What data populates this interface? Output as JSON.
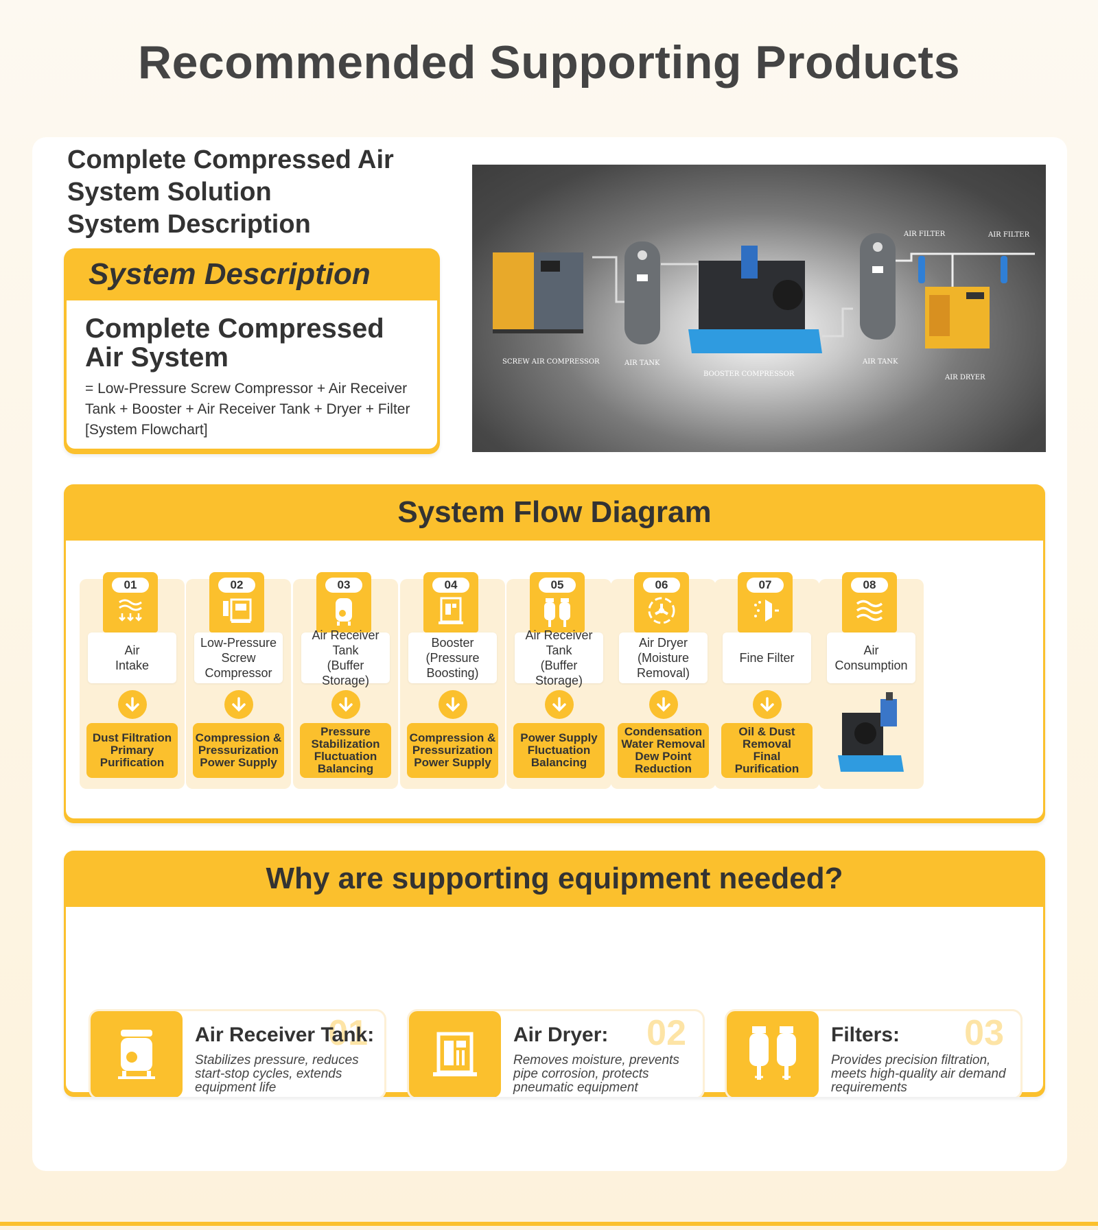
{
  "page": {
    "title": "Recommended Supporting Products"
  },
  "intro": {
    "title_lines": [
      "Complete Compressed Air",
      "System Solution",
      "System Description"
    ],
    "box_header": "System Description",
    "box_subtitle_lines": [
      "Complete Compressed",
      "Air System"
    ],
    "box_text_lines": [
      "= Low-Pressure Screw Compressor + Air Receiver",
      "Tank + Booster + Air Receiver Tank + Dryer + Filter",
      "[System Flowchart]"
    ]
  },
  "photo": {
    "labels": {
      "screw": "SCREW AIR COMPRESSOR",
      "tank1": "AIR TANK",
      "booster": "BOOSTER COMPRESSOR",
      "tank2": "AIR TANK",
      "filter1": "AIR FILTER",
      "filter2": "AIR FILTER",
      "dryer": "AIR DRYER"
    }
  },
  "flow": {
    "title": "System Flow Diagram",
    "steps": [
      {
        "num": "01",
        "label": "Air\nIntake",
        "benefit": "Dust Filtration\nPrimary\nPurification",
        "icon": "air-wave-down-icon"
      },
      {
        "num": "02",
        "label": "Low-Pressure\nScrew\nCompressor",
        "benefit": "Compression &\nPressurization\nPower Supply",
        "icon": "compressor-icon"
      },
      {
        "num": "03",
        "label": "Air Receiver\nTank\n(Buffer Storage)",
        "benefit": "Pressure\nStabilization\nFluctuation\nBalancing",
        "icon": "tank-icon"
      },
      {
        "num": "04",
        "label": "Booster\n(Pressure\nBoosting)",
        "benefit": "Compression &\nPressurization\nPower Supply",
        "icon": "booster-icon"
      },
      {
        "num": "05",
        "label": "Air Receiver\nTank\n(Buffer Storage)",
        "benefit": "Power Supply\nFluctuation\nBalancing",
        "icon": "twin-filter-icon"
      },
      {
        "num": "06",
        "label": "Air Dryer\n(Moisture\nRemoval)",
        "benefit": "Condensation\nWater Removal\nDew Point\nReduction",
        "icon": "dryer-fan-icon"
      },
      {
        "num": "07",
        "label": "Fine Filter",
        "benefit": "Oil & Dust\nRemoval\nFinal\nPurification",
        "icon": "fine-filter-icon"
      },
      {
        "num": "08",
        "label": "Air\nConsumption",
        "benefit": "",
        "icon": "air-wave-icon"
      }
    ]
  },
  "why": {
    "title": "Why are supporting equipment needed?",
    "cards": [
      {
        "num": "01",
        "title": "Air Receiver Tank:",
        "text": "Stabilizes pressure, reduces start-stop cycles, extends equipment life",
        "icon": "tank-icon"
      },
      {
        "num": "02",
        "title": "Air Dryer:",
        "text": "Removes moisture, prevents pipe corrosion, protects pneumatic equipment",
        "icon": "dryer-icon"
      },
      {
        "num": "03",
        "title": "Filters:",
        "text": "Provides precision filtration, meets high-quality air demand requirements",
        "icon": "twin-filter-icon"
      }
    ]
  },
  "colors": {
    "accent": "#fbc02d",
    "accent_light": "#fdf0d6",
    "text": "#333333",
    "photo_bg": "#474747"
  }
}
